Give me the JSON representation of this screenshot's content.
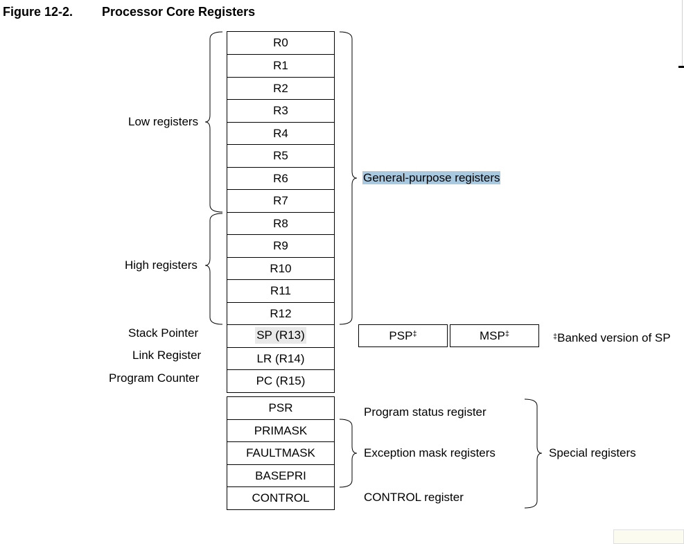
{
  "figure": {
    "number": "Figure 12-2.",
    "title": "Processor Core Registers"
  },
  "general_registers": [
    "R0",
    "R1",
    "R2",
    "R3",
    "R4",
    "R5",
    "R6",
    "R7",
    "R8",
    "R9",
    "R10",
    "R11",
    "R12"
  ],
  "group_labels": {
    "low": "Low registers",
    "high": "High registers",
    "general": "General-purpose registers"
  },
  "pointer_registers": [
    {
      "name": "Stack Pointer",
      "register": "SP (R13)"
    },
    {
      "name": "Link Register",
      "register": "LR (R14)"
    },
    {
      "name": "Program Counter",
      "register": "PC (R15)"
    }
  ],
  "banked": {
    "psp": "PSP",
    "msp": "MSP",
    "dagger": "‡",
    "note": "Banked version of SP"
  },
  "special_registers": [
    "PSR",
    "PRIMASK",
    "FAULTMASK",
    "BASEPRI",
    "CONTROL"
  ],
  "special_labels": {
    "psr": "Program status register",
    "exception": "Exception mask registers",
    "control": "CONTROL register",
    "special": "Special registers"
  }
}
